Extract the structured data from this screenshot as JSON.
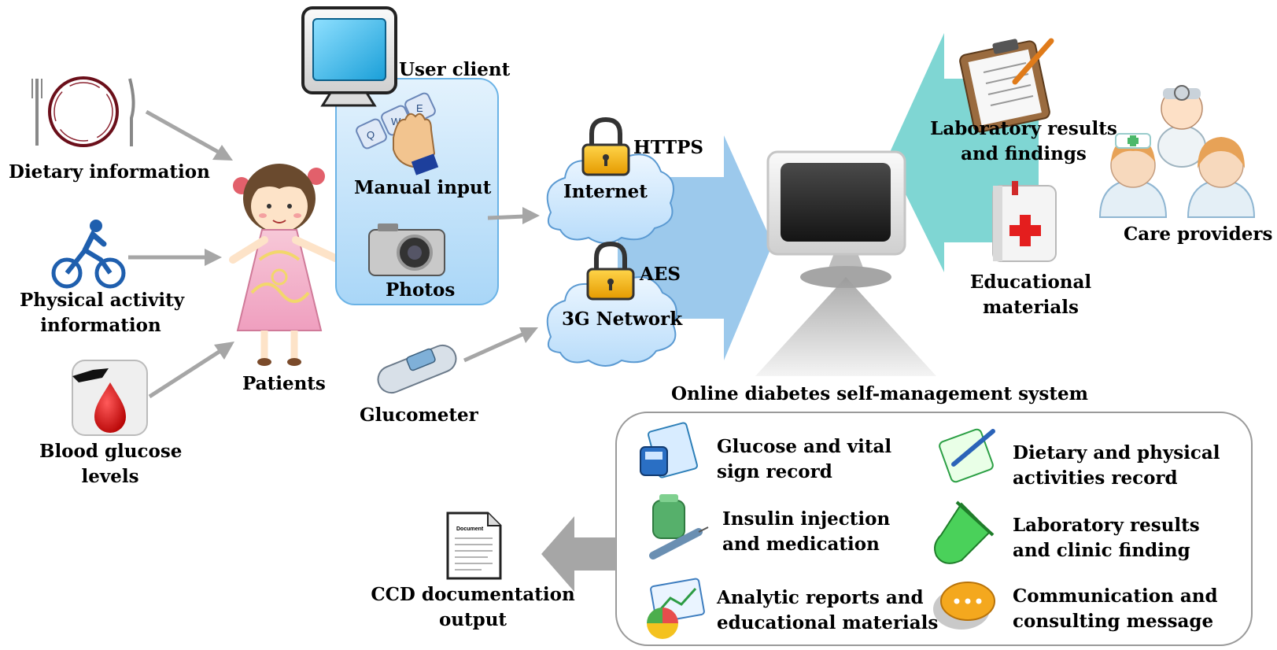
{
  "inputs": {
    "dietary": "Dietary information",
    "physical_line1": "Physical activity",
    "physical_line2": "information",
    "blood_line1": "Blood glucose",
    "blood_line2": "levels"
  },
  "patients": "Patients",
  "user_client": {
    "title": "User client",
    "manual_input": "Manual input",
    "photos": "Photos",
    "keyboard_keys": [
      "Q",
      "W",
      "E"
    ]
  },
  "glucometer": "Glucometer",
  "networks": {
    "internet": "Internet",
    "https": "HTTPS",
    "network_3g": "3G Network",
    "aes": "AES"
  },
  "provider_side": {
    "lab_line1": "Laboratory results",
    "lab_line2": "and findings",
    "edu_line1": "Educational",
    "edu_line2": "materials",
    "care_providers": "Care providers"
  },
  "system": {
    "title": "Online diabetes self-management system",
    "modules": [
      {
        "line1": "Glucose and vital",
        "line2": "sign record",
        "icon": "glucose-meter-icon"
      },
      {
        "line1": "Dietary and physical",
        "line2": "activities record",
        "icon": "notepad-pencil-icon"
      },
      {
        "line1": "Insulin injection",
        "line2": "and medication",
        "icon": "insulin-syringe-icon"
      },
      {
        "line1": "Laboratory results",
        "line2": "and clinic finding",
        "icon": "test-tube-icon"
      },
      {
        "line1": "Analytic reports and",
        "line2": "educational materials",
        "icon": "analytics-chart-icon"
      },
      {
        "line1": "Communication and",
        "line2": "consulting message",
        "icon": "chat-bubble-icon"
      }
    ]
  },
  "output": {
    "line1": "CCD documentation",
    "line2": "output",
    "doc_title": "Document"
  },
  "colors": {
    "user_client_fill": "#c9e6fb",
    "cloud_fill": "#d6ecff",
    "big_arrow_blue": "#9cc9ec",
    "big_arrow_teal": "#7fd6d3",
    "gray_arrow": "#a6a6a6",
    "lock_gold": "#f5b300"
  }
}
